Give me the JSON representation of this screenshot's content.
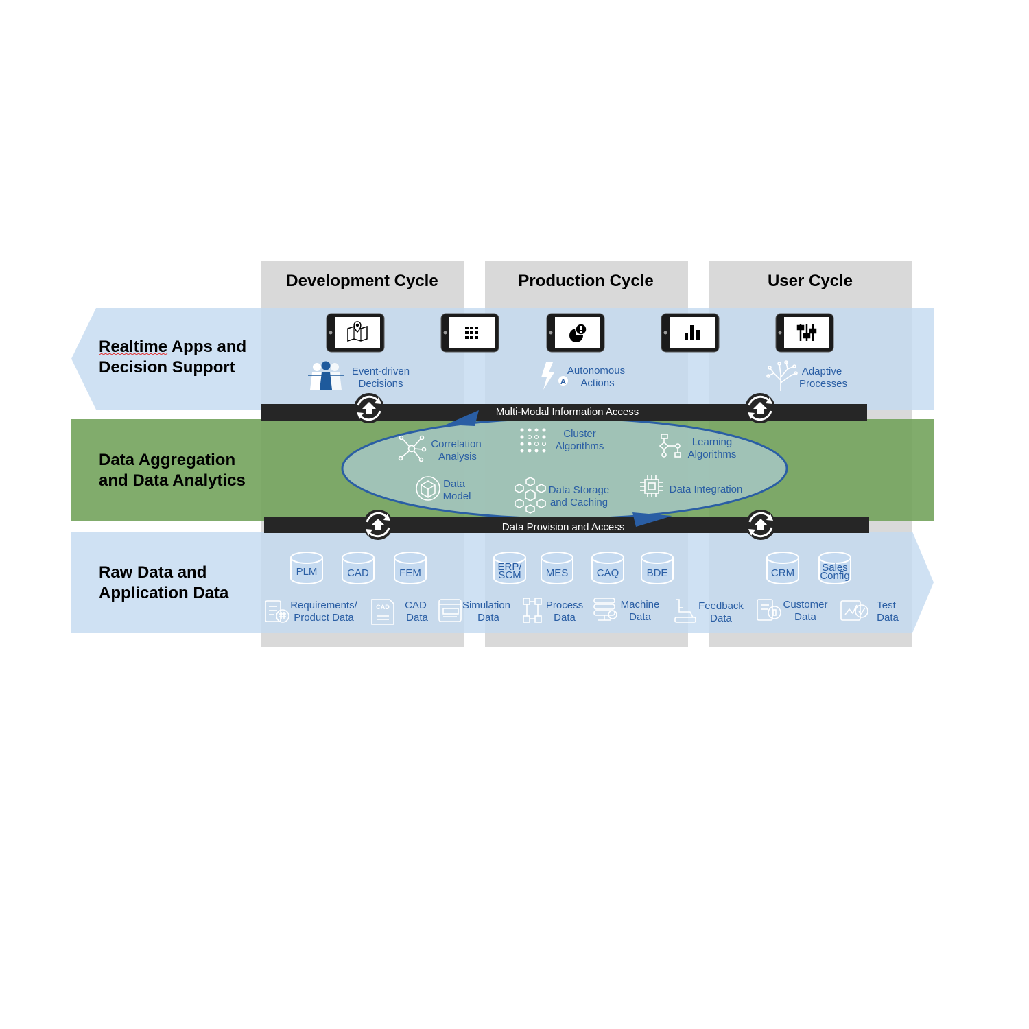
{
  "columns": [
    {
      "title": "Development Cycle"
    },
    {
      "title": "Production Cycle"
    },
    {
      "title": "User Cycle"
    }
  ],
  "bands": {
    "top": {
      "line1": "Realtime Apps and",
      "line2": "Decision Support"
    },
    "middle": {
      "line1": "Data Aggregation",
      "line2": "and Data Analytics"
    },
    "bottom": {
      "line1": "Raw Data and",
      "line2": "Application Data"
    }
  },
  "bars": {
    "upper": "Multi-Modal Information Access",
    "lower": "Data Provision and Access"
  },
  "top_items": [
    {
      "l1": "Event-driven",
      "l2": "Decisions",
      "icon": "people-icon"
    },
    {
      "l1": "Autonomous",
      "l2": "Actions",
      "icon": "lightning-icon"
    },
    {
      "l1": "Adaptive",
      "l2": "Processes",
      "icon": "tree-icon"
    }
  ],
  "tablets": [
    {
      "icon": "map-icon"
    },
    {
      "icon": "grid-icon"
    },
    {
      "icon": "pie-chart-icon"
    },
    {
      "icon": "bar-chart-icon"
    },
    {
      "icon": "sliders-icon"
    }
  ],
  "analytics": [
    {
      "l1": "Correlation",
      "l2": "Analysis",
      "icon": "network-icon"
    },
    {
      "l1": "Cluster",
      "l2": "Algorithms",
      "icon": "cluster-icon"
    },
    {
      "l1": "Learning",
      "l2": "Algorithms",
      "icon": "flowchart-icon"
    },
    {
      "l1": "Data",
      "l2": "Model",
      "icon": "cube-icon"
    },
    {
      "l1": "Data Storage",
      "l2": "and Caching",
      "icon": "cubes-icon"
    },
    {
      "l1": "Data Integration",
      "l2": "",
      "icon": "chip-icon"
    }
  ],
  "databases": [
    {
      "label": "PLM"
    },
    {
      "label": "CAD"
    },
    {
      "label": "FEM"
    },
    {
      "label": "ERP/",
      "label2": "SCM"
    },
    {
      "label": "MES"
    },
    {
      "label": "CAQ"
    },
    {
      "label": "BDE"
    },
    {
      "label": "CRM"
    },
    {
      "label": "Sales",
      "label2": "Config"
    }
  ],
  "raw_items": [
    {
      "l1": "Requirements/",
      "l2": "Product Data",
      "icon": "document-icon"
    },
    {
      "l1": "CAD",
      "l2": "Data",
      "icon": "cad-file-icon",
      "badge": "CAD"
    },
    {
      "l1": "Simulation",
      "l2": "Data",
      "icon": "simulation-icon"
    },
    {
      "l1": "Process",
      "l2": "Data",
      "icon": "process-icon"
    },
    {
      "l1": "Machine",
      "l2": "Data",
      "icon": "server-icon"
    },
    {
      "l1": "Feedback",
      "l2": "Data",
      "icon": "feedback-icon"
    },
    {
      "l1": "Customer",
      "l2": "Data",
      "icon": "customer-icon"
    },
    {
      "l1": "Test",
      "l2": "Data",
      "icon": "test-icon"
    }
  ],
  "colors": {
    "column_gray": "#d9d9d9",
    "band_blue": "#c5daf0",
    "band_green": "#70a158",
    "bar_dark": "#262626",
    "text_blue": "#2a5ea4",
    "ellipse_fill": "#a6c7c4",
    "ellipse_stroke": "#2a5ea4"
  }
}
